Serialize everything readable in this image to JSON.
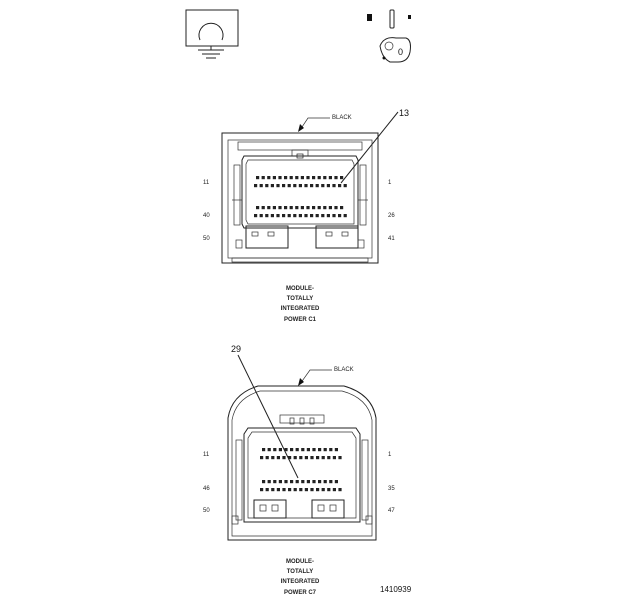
{
  "top_connector": {
    "color_label": "BLACK",
    "callout": "13",
    "pin_left_upper": "11",
    "pin_right_upper": "1",
    "pin_left_mid": "40",
    "pin_right_mid": "26",
    "pin_left_low": "50",
    "pin_right_low": "41",
    "caption": [
      "MODULE-",
      "TOTALLY",
      "INTEGRATED",
      "POWER C1"
    ]
  },
  "bottom_connector": {
    "color_label": "BLACK",
    "callout": "29",
    "pin_left_upper": "11",
    "pin_right_upper": "1",
    "pin_left_mid": "46",
    "pin_right_mid": "35",
    "pin_left_low": "50",
    "pin_right_low": "47",
    "caption": [
      "MODULE-",
      "TOTALLY",
      "INTEGRATED",
      "POWER C7"
    ]
  },
  "figure_id": "1410939"
}
